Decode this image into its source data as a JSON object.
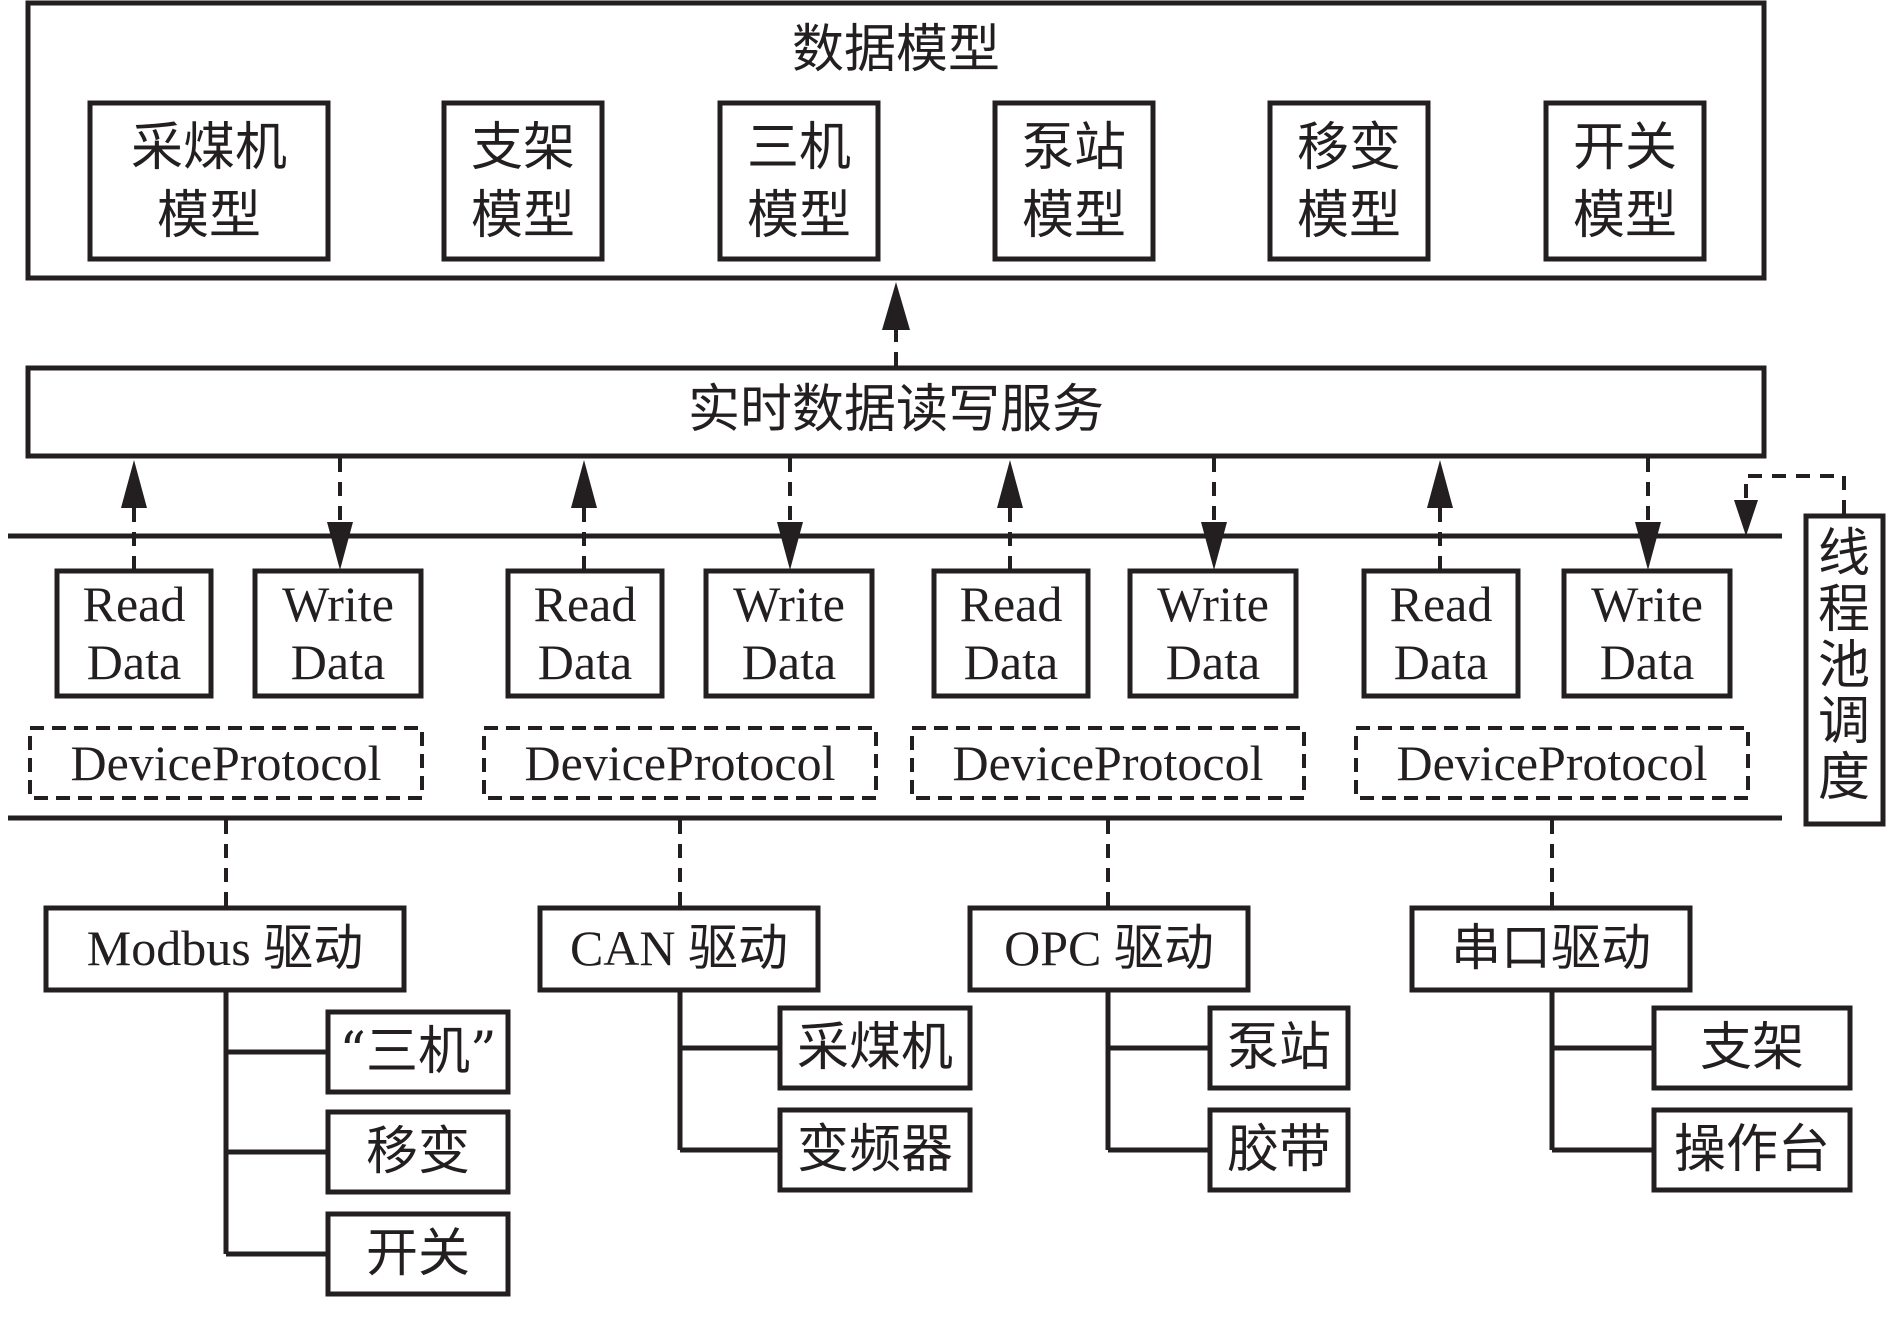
{
  "data_model": {
    "title": "数据模型",
    "models": [
      {
        "line1": "采煤机",
        "line2": "模型"
      },
      {
        "line1": "支架",
        "line2": "模型"
      },
      {
        "line1": "三机",
        "line2": "模型"
      },
      {
        "line1": "泵站",
        "line2": "模型"
      },
      {
        "line1": "移变",
        "line2": "模型"
      },
      {
        "line1": "开关",
        "line2": "模型"
      }
    ]
  },
  "service": {
    "label": "实时数据读写服务"
  },
  "thread_pool": {
    "label": "线程池调度"
  },
  "io_ops": {
    "read": {
      "line1": "Read",
      "line2": "Data"
    },
    "write": {
      "line1": "Write",
      "line2": "Data"
    }
  },
  "protocol": {
    "label": "DeviceProtocol"
  },
  "drivers": [
    {
      "label": "Modbus 驱动",
      "devices": [
        "“三机”",
        "移变",
        "开关"
      ]
    },
    {
      "label": "CAN 驱动",
      "devices": [
        "采煤机",
        "变频器"
      ]
    },
    {
      "label": "OPC 驱动",
      "devices": [
        "泵站",
        "胶带"
      ]
    },
    {
      "label": "串口驱动",
      "devices": [
        "支架",
        "操作台"
      ]
    }
  ]
}
